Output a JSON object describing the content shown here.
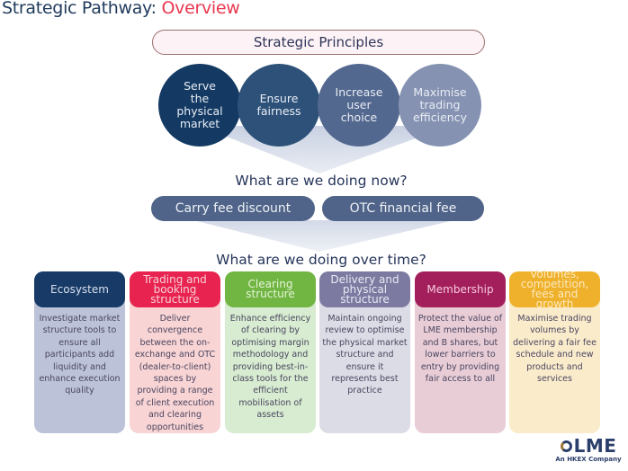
{
  "title": {
    "main": "Strategic Pathway:",
    "accent": "Overview"
  },
  "principles": {
    "label": "Strategic Principles",
    "items": [
      {
        "label": "Serve the physical market",
        "color": "#143a63"
      },
      {
        "label": "Ensure fairness",
        "color": "#2d5178"
      },
      {
        "label": "Increase user choice",
        "color": "#53688f"
      },
      {
        "label": "Maximise trading efficiency",
        "color": "#8592b2"
      }
    ]
  },
  "now": {
    "heading": "What are we doing now?",
    "actions": [
      "Carry fee discount",
      "OTC financial fee"
    ]
  },
  "over_time": {
    "heading": "What are we doing over time?",
    "columns": [
      {
        "title": "Ecosystem",
        "head_color": "#173a66",
        "head_text": "#d8e0ee",
        "body_color": "#bcc3d8",
        "body": "Investigate market structure tools to ensure all participants add liquidity and enhance execution quality"
      },
      {
        "title": "Trading and booking structure",
        "head_color": "#e8234f",
        "head_text": "#f8d0d8",
        "body_color": "#f8d4d4",
        "body": "Deliver convergence between the on-exchange and OTC (dealer-to-client) spaces by providing a range of client execution and clearing opportunities"
      },
      {
        "title": "Clearing structure",
        "head_color": "#71b543",
        "head_text": "#e4f4d6",
        "body_color": "#d7ecd0",
        "body": "Enhance efficiency of clearing by optimising margin methodology and providing best-in-class tools for the efficient mobilisation of assets"
      },
      {
        "title": "Delivery and physical structure",
        "head_color": "#7c7aa0",
        "head_text": "#ebeaf4",
        "body_color": "#dcdce6",
        "body": "Maintain ongoing review to optimise the physical market structure and ensure it represents best practice"
      },
      {
        "title": "Membership",
        "head_color": "#a31f5c",
        "head_text": "#f6c9dc",
        "body_color": "#e8cdd6",
        "body": "Protect the value of LME membership and B shares, but lower barriers to entry by providing fair access to all"
      },
      {
        "title": "Volumes, competition, fees and growth",
        "head_color": "#efb12b",
        "head_text": "#fbe9bf",
        "body_color": "#faeccb",
        "body": "Maximise trading volumes by delivering a fair fee schedule and new products and services"
      }
    ]
  },
  "logo": {
    "name": "LME",
    "tagline": "An HKEX Company"
  }
}
